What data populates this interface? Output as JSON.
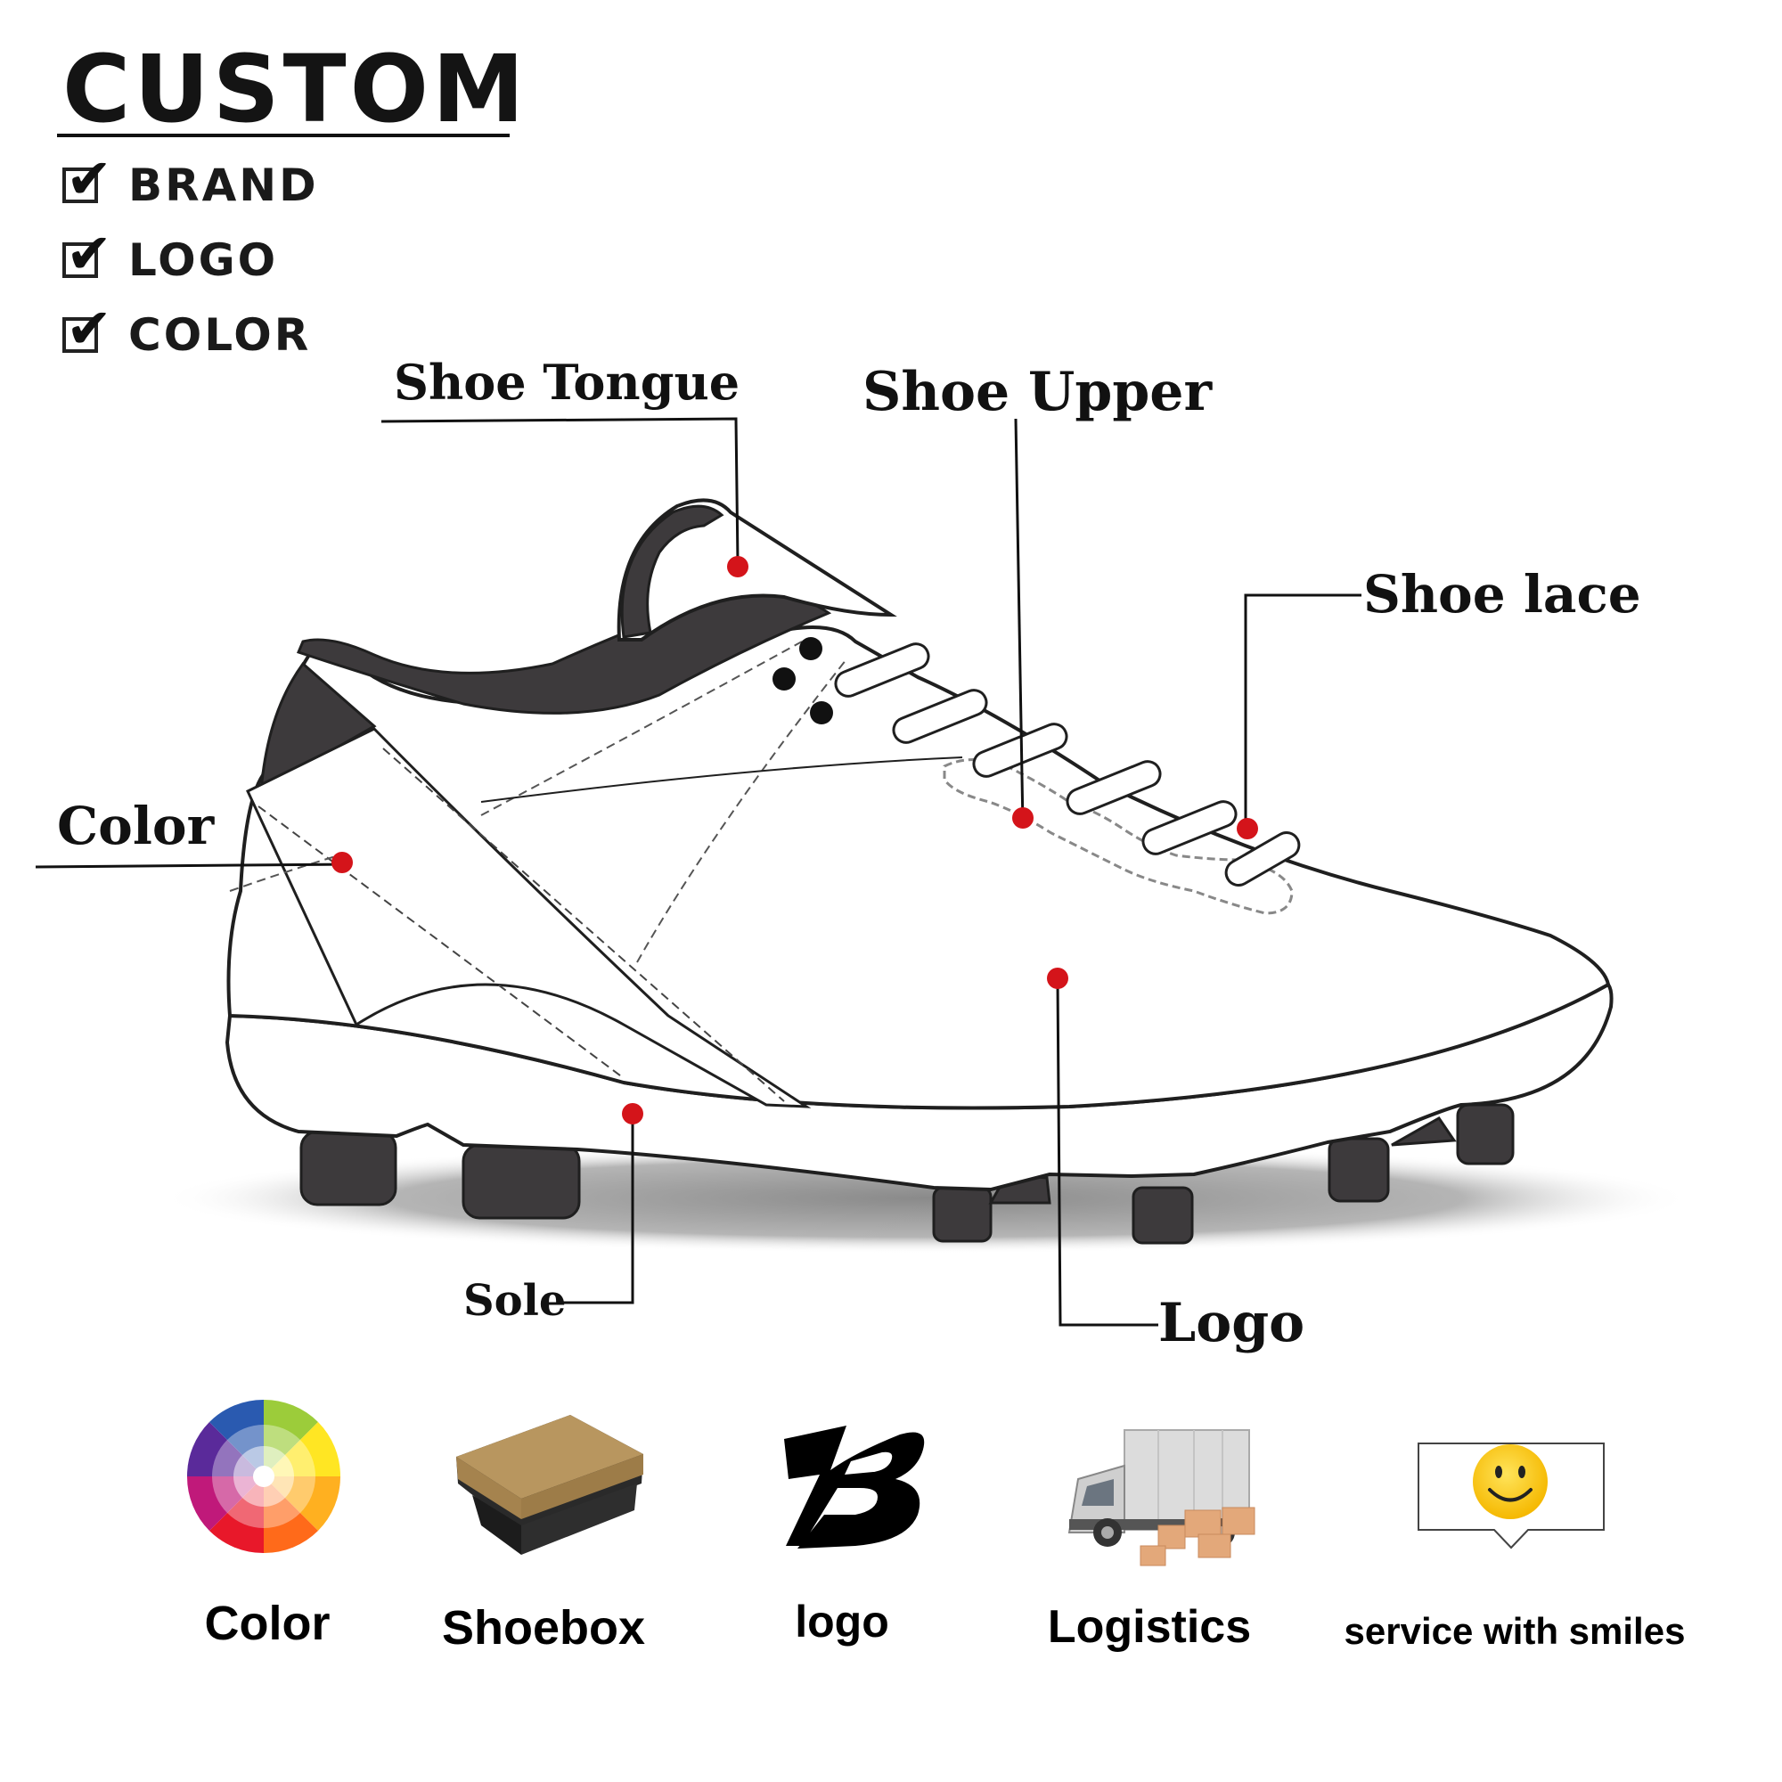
{
  "header": {
    "title": "CUSTOM",
    "options": [
      "BRAND",
      "LOGO",
      "COLOR"
    ]
  },
  "callouts": {
    "tongue": "Shoe Tongue",
    "upper": "Shoe Upper",
    "lace": "Shoe lace",
    "color": "Color",
    "sole": "Sole",
    "logo": "Logo"
  },
  "features": [
    {
      "label": "Color",
      "icon": "color-wheel-icon"
    },
    {
      "label": "Shoebox",
      "icon": "shoebox-icon"
    },
    {
      "label": "logo",
      "icon": "brand-logo-icon"
    },
    {
      "label": "Logistics",
      "icon": "delivery-truck-icon"
    },
    {
      "label": "service with smiles",
      "icon": "smiley-speech-bubble-icon"
    }
  ],
  "colors": {
    "marker": "#d4141a",
    "shoe_dark": "#3d3a3c",
    "shoe_outline": "#1f1f1f",
    "box_lid": "#b8965f",
    "smiley": "#ffd21a"
  }
}
